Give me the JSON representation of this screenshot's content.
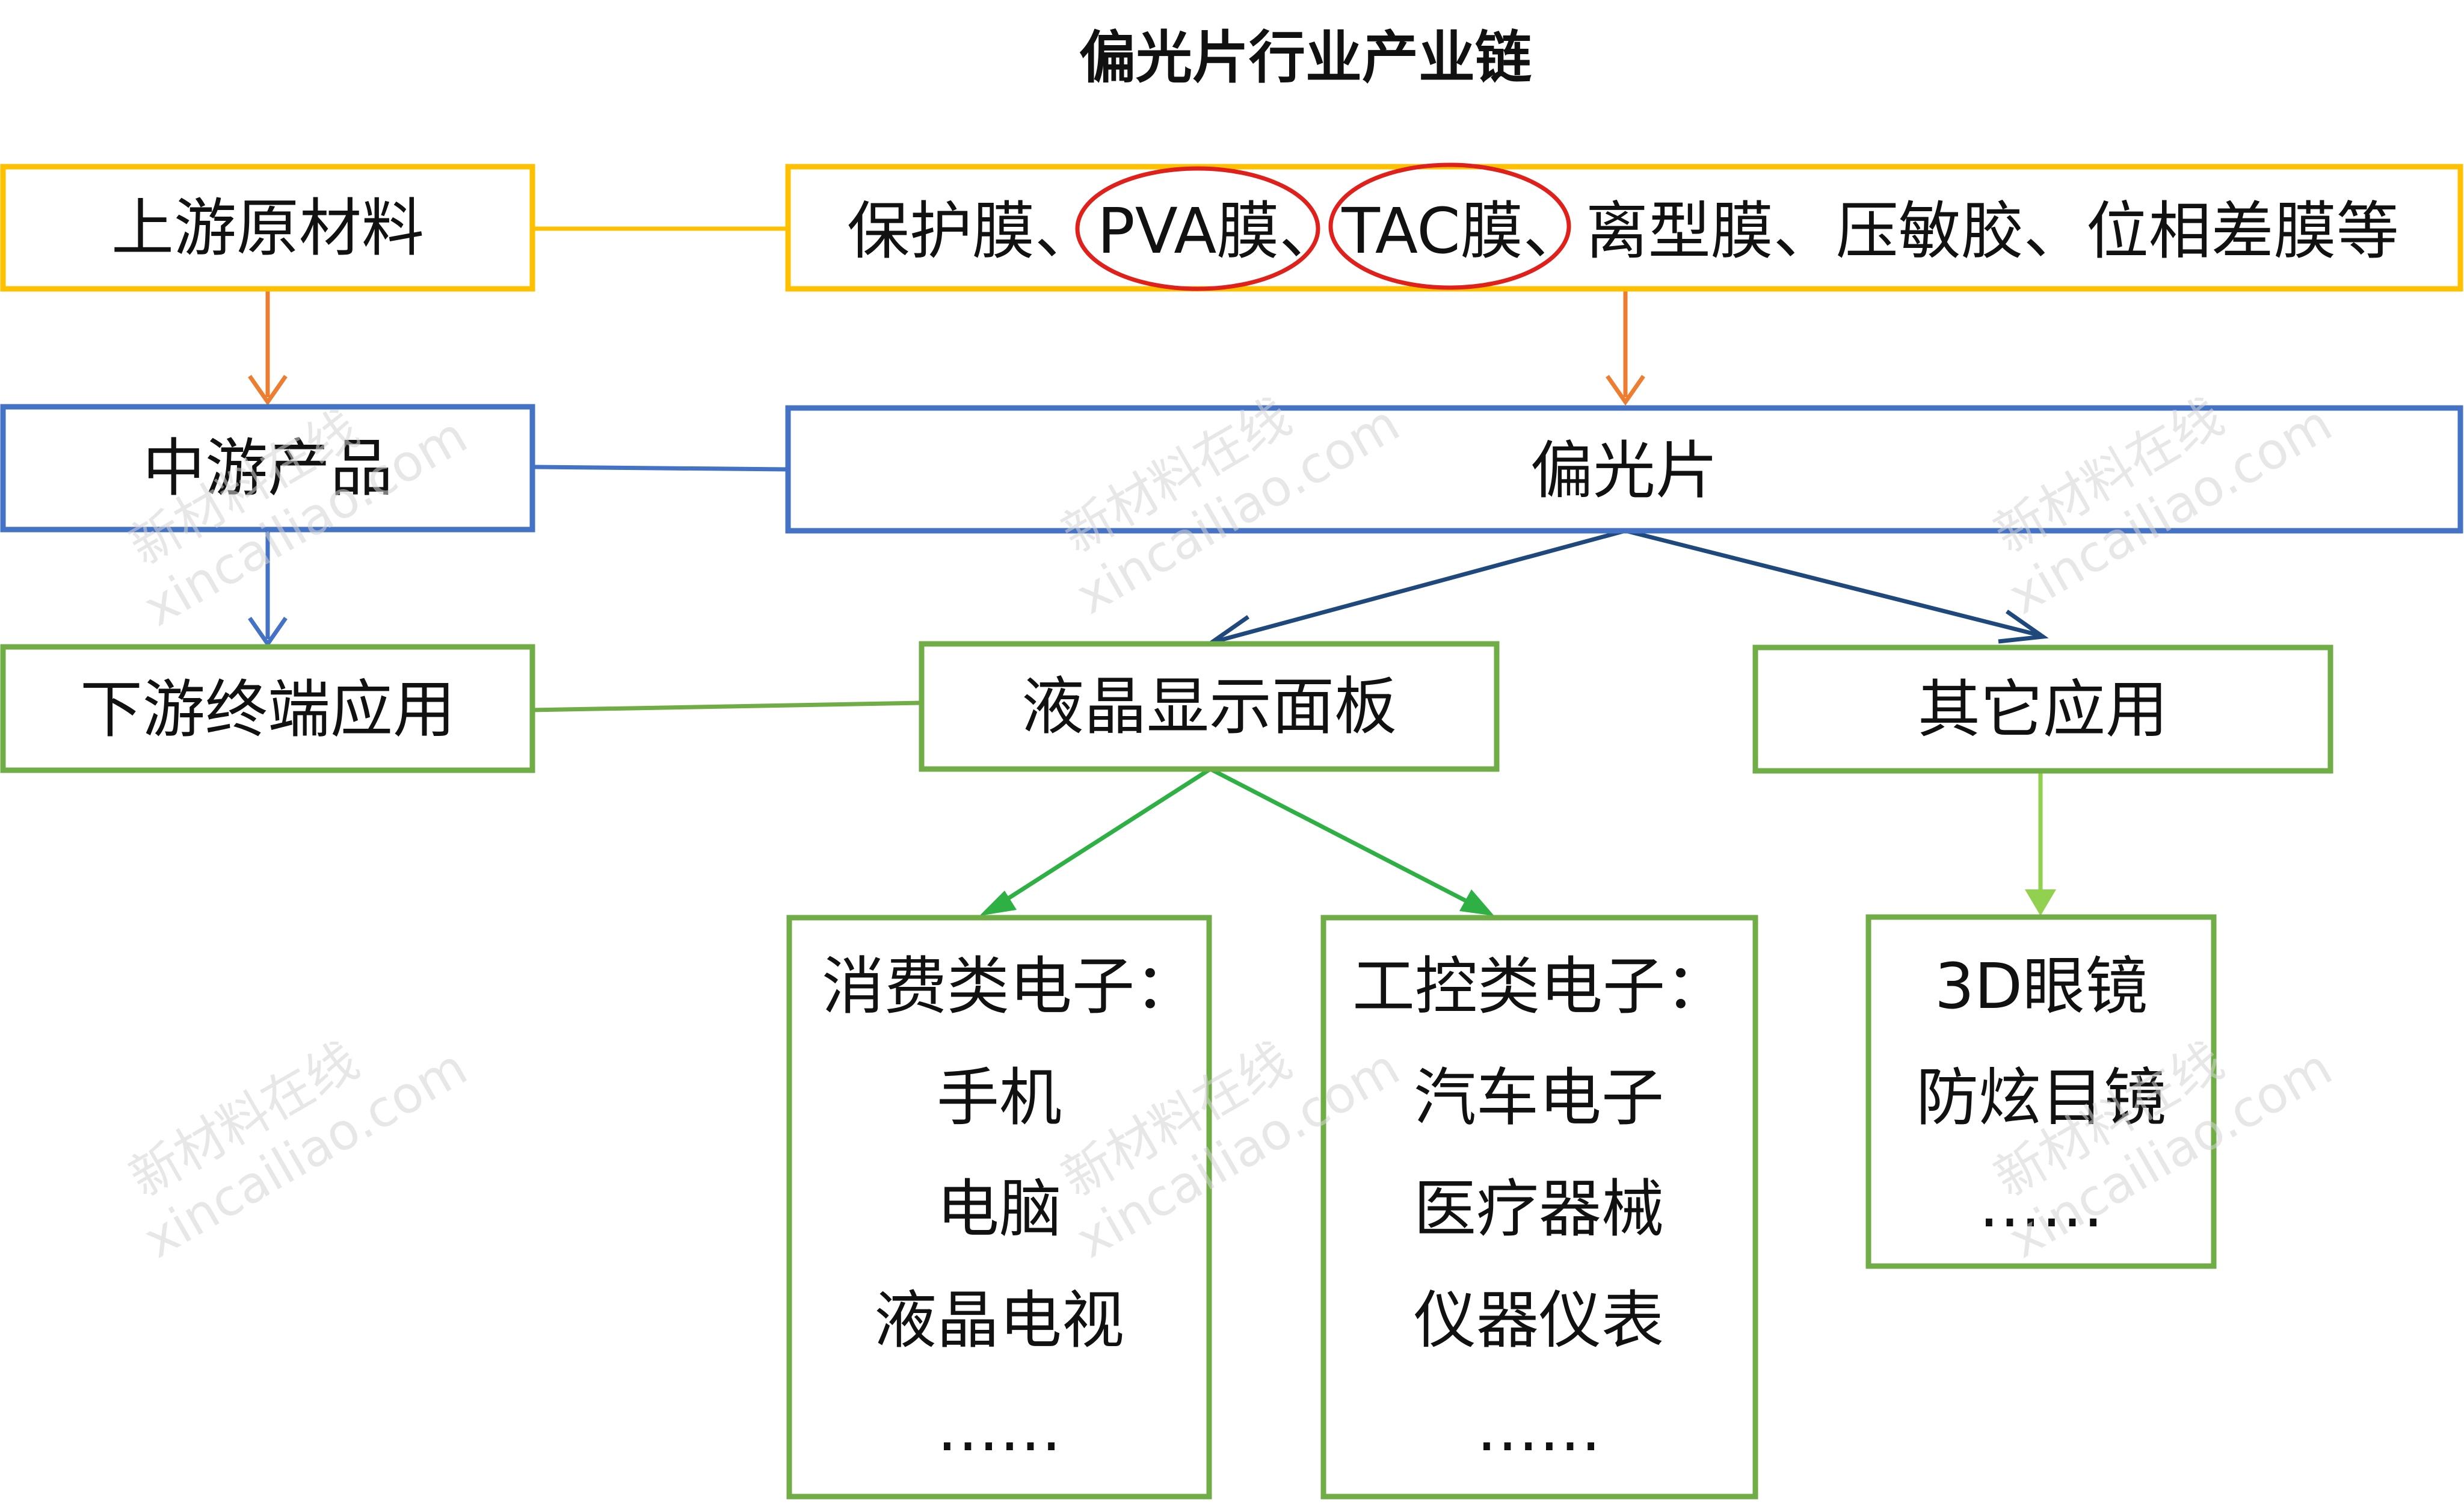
{
  "title": "偏光片行业产业链",
  "levels": {
    "upstream": "上游原材料",
    "midstream": "中游产品",
    "downstream": "下游终端应用"
  },
  "materials": {
    "protective_film": "保护膜、",
    "pva_film": "PVA膜",
    "separator_1": "、",
    "tac_film": "TAC膜",
    "separator_2": "、",
    "rest": "离型膜、压敏胶、位相差膜等"
  },
  "product": "偏光片",
  "applications": {
    "lcd_panel": "液晶显示面板",
    "other": "其它应用"
  },
  "consumer": {
    "heading": "消费类电子：",
    "items": [
      "手机",
      "电脑",
      "液晶电视",
      "……"
    ]
  },
  "industrial": {
    "heading": "工控类电子：",
    "items": [
      "汽车电子",
      "医疗器械",
      "仪器仪表",
      "……"
    ]
  },
  "other_items": [
    "3D眼镜",
    "防炫目镜",
    "……"
  ],
  "watermark": {
    "line1": "新材料在线",
    "line2": "xincailiao.com"
  },
  "colors": {
    "yellow": "#FFC000",
    "blue": "#4472C4",
    "green": "#70AD47",
    "orange": "#ED7D31",
    "navy": "#1F497D",
    "bright_green": "#2EB044",
    "light_green": "#92D050",
    "highlight_red": "#E0201B"
  }
}
